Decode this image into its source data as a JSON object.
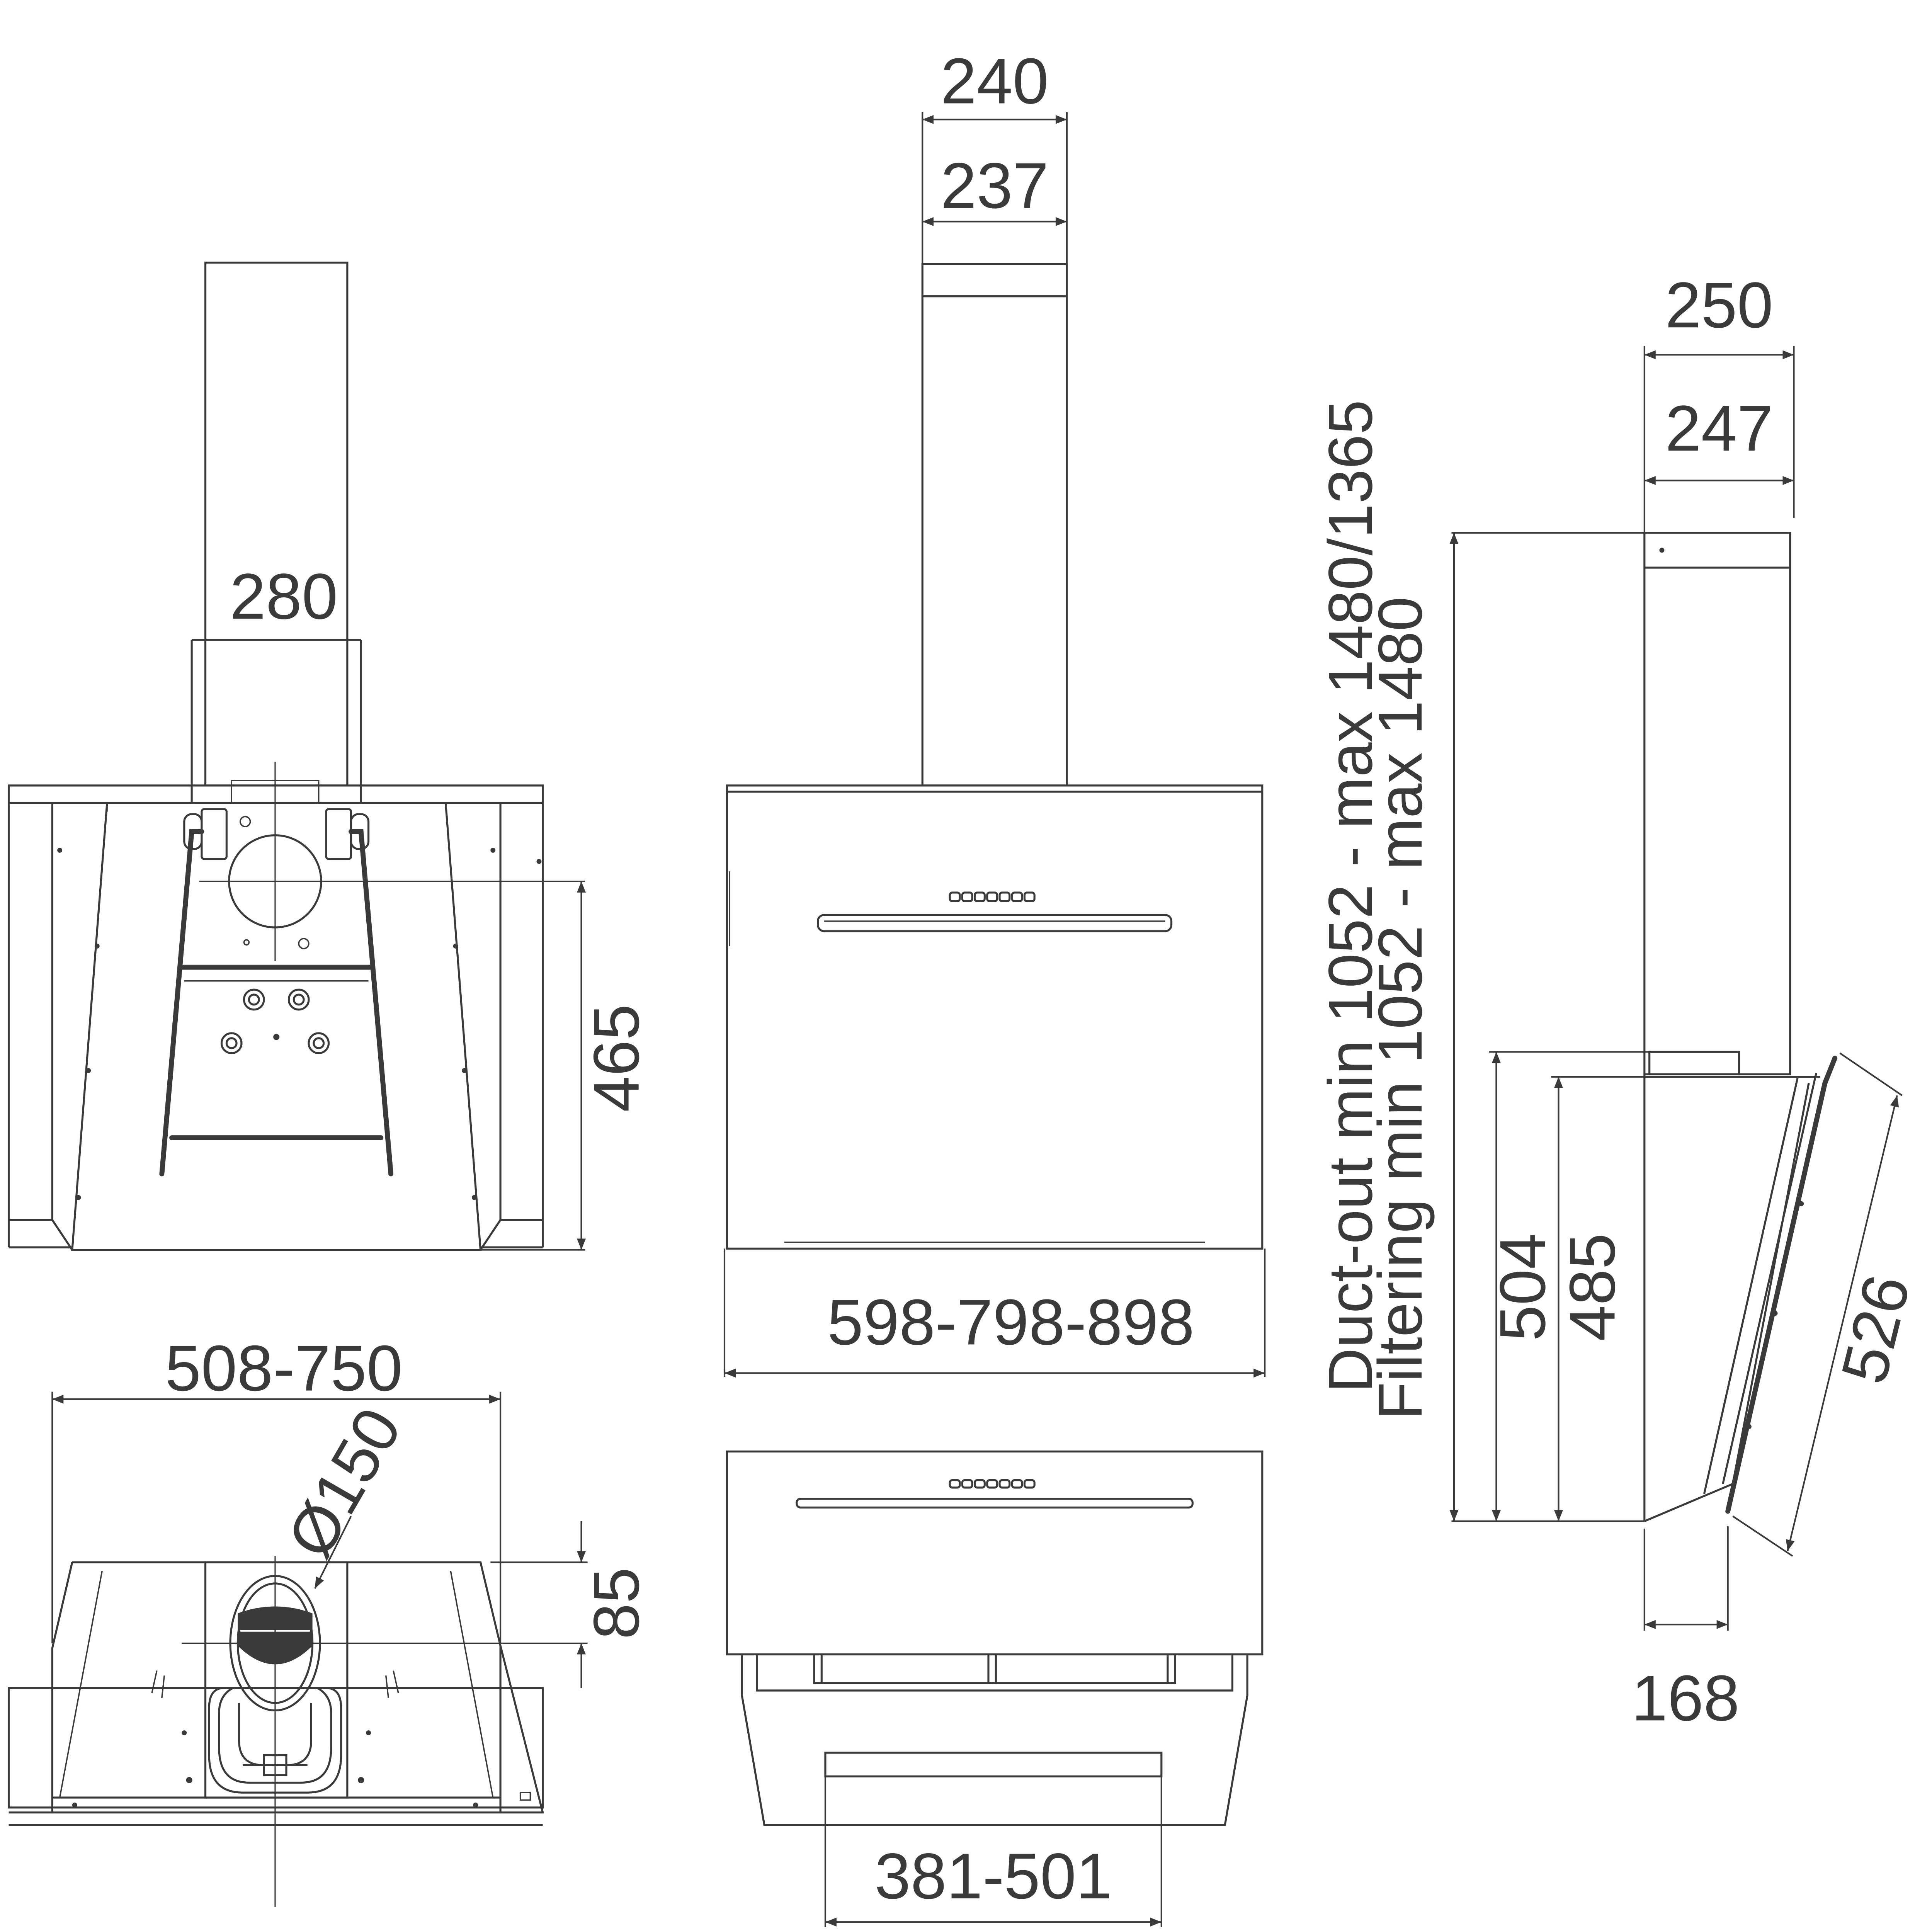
{
  "front_view": {
    "chimney_width": "280",
    "hood_depth": "465"
  },
  "top_view": {
    "width_range": "508-750",
    "duct_diameter": "Ø150",
    "duct_offset": "85"
  },
  "middle_front_view": {
    "chimney_outer_width": "240",
    "chimney_inner_width": "237",
    "width_options": "598-798-898"
  },
  "middle_bottom_view": {
    "bracket_width_range": "381-501"
  },
  "side_view": {
    "outer_depth": "250",
    "inner_depth": "247",
    "duct_out_height": "Duct-out min 1052 - max 1480/1365",
    "filtering_height": "Filtering min 1052 - max 1480",
    "height_outer": "504",
    "height_inner": "485",
    "glass_length": "526",
    "bottom_depth": "168"
  },
  "colors": {
    "line": "#3a3a3a",
    "background": "#ffffff"
  }
}
